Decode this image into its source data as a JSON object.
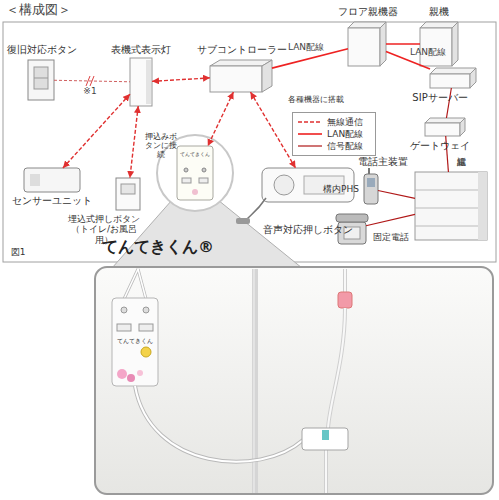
{
  "diagram": {
    "title": "＜構成図＞",
    "nodes": [
      {
        "text": [
          "復旧対応ボタン"
        ]
      },
      {
        "text": [
          "表機式表示灯"
        ]
      },
      {
        "text": [
          "サブコントローラー"
        ]
      },
      {
        "text": [
          "フロア親機器"
        ]
      },
      {
        "text": [
          "親機"
        ]
      },
      {
        "text": [
          "SIPサーバー"
        ]
      },
      {
        "text": [
          "ゲートウェイ"
        ]
      },
      {
        "text": [
          "電話主装置"
        ]
      },
      {
        "text": [
          "構内PHS"
        ]
      },
      {
        "text": [
          "固定電話"
        ]
      },
      {
        "text": [
          "センサーユニット"
        ]
      },
      {
        "text": [
          "埋込式押しボタン （トイレ/お風呂用）"
        ]
      },
      {
        "text": [
          "てんてきくん®"
        ]
      },
      {
        "text": [
          "音声対応押しボタン"
        ]
      }
    ],
    "edges": [
      {
        "from": 0,
        "to": 1,
        "label": "※1",
        "arrow": "none"
      },
      {
        "from": 1,
        "to": 2,
        "arrow": "both"
      },
      {
        "from": 2,
        "to": 3,
        "label": "LAN配線",
        "arrow": "none"
      },
      {
        "from": 3,
        "to": 4,
        "arrow": "none"
      },
      {
        "from": 3,
        "to": 5,
        "label": "LAN配線",
        "arrow": "none"
      },
      {
        "from": 5,
        "to": 6,
        "arrow": "none"
      },
      {
        "from": 6,
        "to": 7,
        "label": "電話線",
        "arrow": "none"
      },
      {
        "from": 7,
        "to": 8,
        "arrow": "none"
      },
      {
        "from": 7,
        "to": 9,
        "arrow": "none"
      },
      {
        "from": 1,
        "to": 10,
        "arrow": "both"
      },
      {
        "from": 1,
        "to": 11,
        "arrow": "both"
      },
      {
        "from": 2,
        "to": 12,
        "arrow": "both"
      },
      {
        "from": 2,
        "to": 13,
        "arrow": "both"
      }
    ],
    "labels": [
      "押込みボタンに接続",
      "各種機器に搭載",
      "てんてきくん",
      "てんてきくん",
      "図1"
    ],
    "legend": [
      {
        "text": "無線通信"
      },
      {
        "text": "LAN配線"
      },
      {
        "text": "信号配線"
      }
    ]
  }
}
